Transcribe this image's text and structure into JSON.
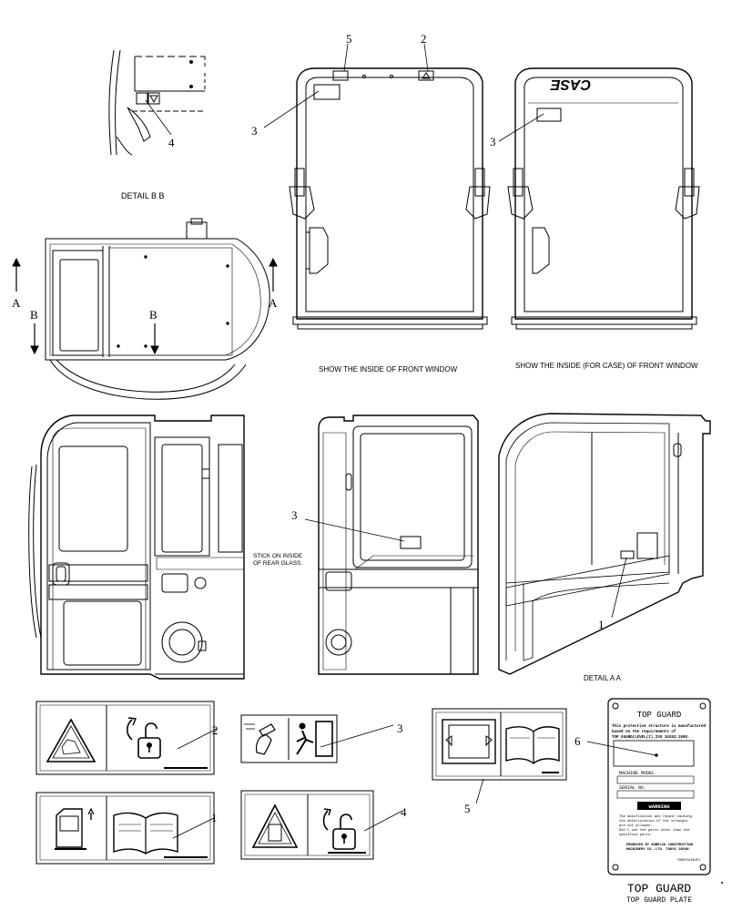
{
  "captions": {
    "detail_bb": "DETAIL B B",
    "front_window": "SHOW THE INSIDE OF FRONT WINDOW",
    "front_window_case": "SHOW THE INSIDE (FOR CASE) OF FRONT WINDOW",
    "rear_glass_line1": "STICK ON INSIDE",
    "rear_glass_line2": "OF REAR GLASS.",
    "detail_aa": "DETAIL A A"
  },
  "section_marks": {
    "a": "A",
    "b": "B"
  },
  "callouts": {
    "detail_4": "4",
    "fw_5": "5",
    "fw_2": "2",
    "fw_3": "3",
    "case_3": "3",
    "rear_3": "3",
    "detail_aa_1": "1",
    "decal_2": "2",
    "decal_3": "3",
    "decal_5": "5",
    "decal_6": "6",
    "decal_1": "1",
    "decal_4": "4"
  },
  "case_logo": "CASE",
  "top_guard_plate": {
    "header": "TOP GUARD",
    "body_lines": [
      "This protective structure is manufactured",
      "based on the requirements of",
      "TOP GUARD(LEVEL(I),ISO 10262:1998."
    ],
    "machine_model_label": "MACHINE MODEL",
    "serial_label": "SERIAL No.",
    "warning_label": "WARNING",
    "warning_lines": [
      "The modification and repair causing",
      "the deterioration of the strength",
      "are not allowed.",
      "Don't use the parts other than the",
      "specified parts."
    ],
    "producer_lines": [
      "PRODUCED BY KOBELCO CONSTRUCTION",
      "MACHINERY CO.,LTD. TOKYO JAPAN."
    ],
    "part_code": "YN00T01004P1",
    "caption_title": "TOP GUARD",
    "caption_subtitle": "TOP GUARD PLATE"
  }
}
